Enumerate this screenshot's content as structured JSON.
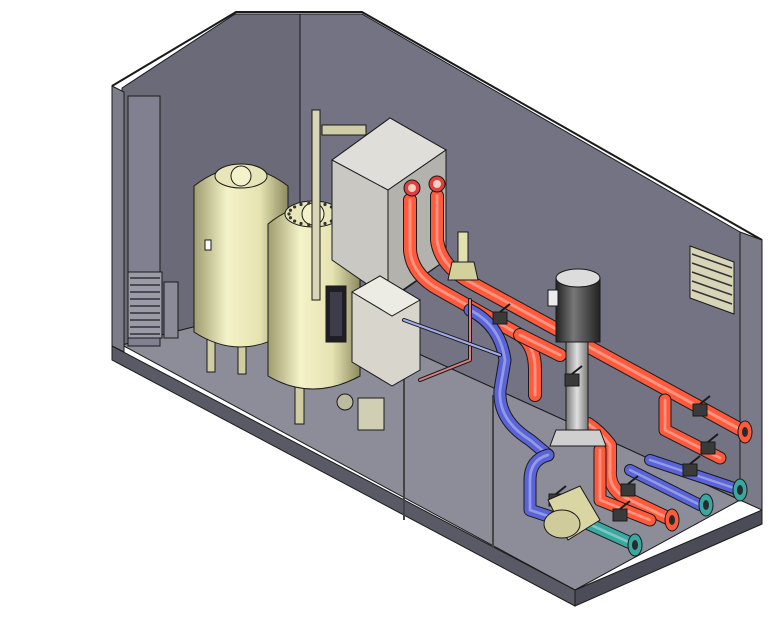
{
  "scene": {
    "background": "#ffffff",
    "colors": {
      "hot_pipe": "#ff5a3c",
      "hot_pipe_core": "#ffb08a",
      "cold_pipe": "#5a64d8",
      "cold_pipe_core": "#a8b0ff",
      "return_pipe": "#38a8a0",
      "container_wall": "#6e6e7c",
      "container_floor": "#9a9aa6",
      "tank_body": "#e8e6b8",
      "tank_shadow": "#a9a67a",
      "cabinet": "#d8d8d0",
      "pump_motor": "#3a3a3a",
      "outline": "#1a1a1a"
    },
    "components": [
      {
        "name": "expansion-tank",
        "count": 2
      },
      {
        "name": "control-cabinet",
        "count": 1
      },
      {
        "name": "electrical-panel",
        "count": 1
      },
      {
        "name": "vertical-multistage-pump",
        "count": 1
      },
      {
        "name": "pressure-relief-valve",
        "count": 1
      },
      {
        "name": "check-valve",
        "count": 1
      },
      {
        "name": "ventilation-grille",
        "count": 2
      }
    ]
  }
}
